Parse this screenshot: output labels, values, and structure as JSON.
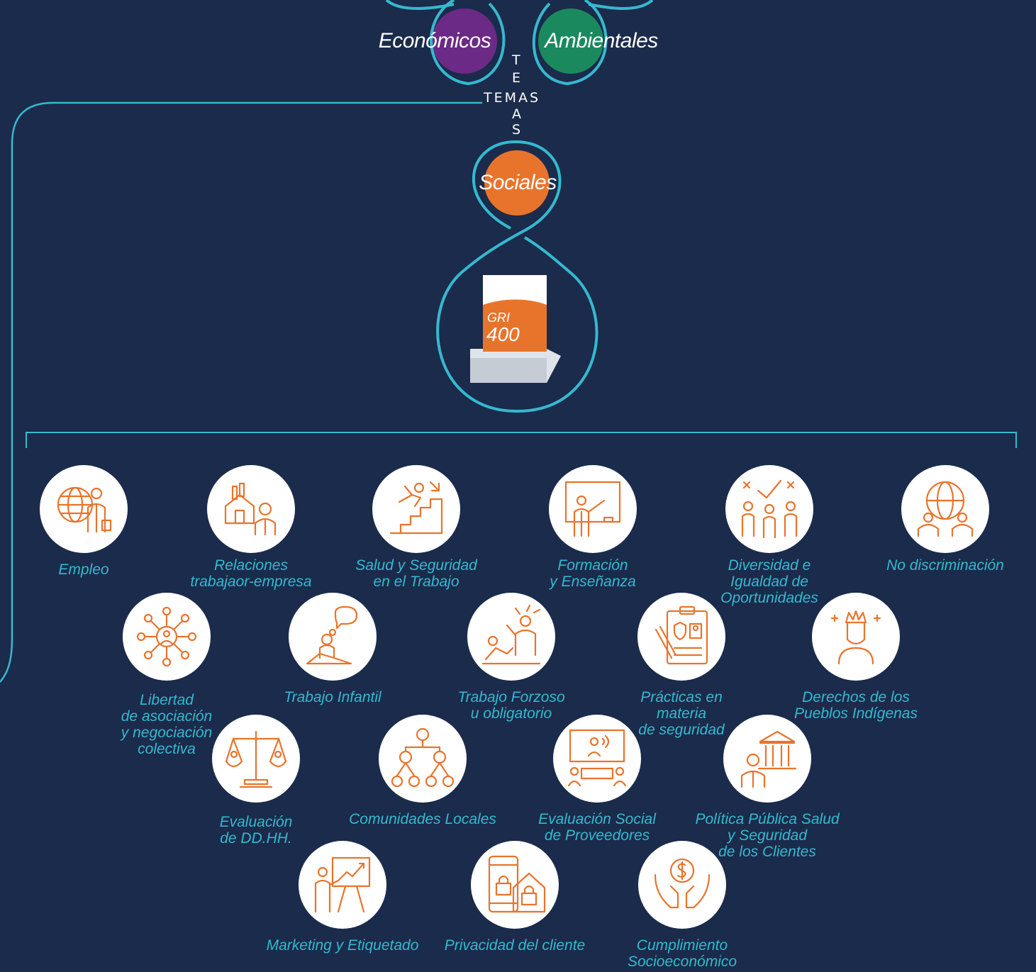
{
  "colors": {
    "background": "#1b2b4b",
    "line": "#35b9cf",
    "economicos": "#6b2a85",
    "ambientales": "#1a8a5e",
    "sociales": "#e8742c",
    "icon": "#e8742c",
    "label": "#35b9cf"
  },
  "top": {
    "economicos": "Económicos",
    "ambientales": "Ambientales",
    "sociales": "Sociales",
    "temas_horizontal": "TEMAS",
    "temas_vertical": [
      "T",
      "E",
      "A",
      "S"
    ]
  },
  "gri": {
    "line1": "GRI",
    "line2": "400"
  },
  "topics": [
    {
      "label": "Empleo",
      "icon": "globe-worker-icon"
    },
    {
      "label": "Relaciones\ntrabajaor-empresa",
      "icon": "factory-worker-icon"
    },
    {
      "label": "Salud y Seguridad\nen el Trabajo",
      "icon": "stairs-fall-icon"
    },
    {
      "label": "Formación\ny Enseñanza",
      "icon": "teacher-board-icon"
    },
    {
      "label": "Diversidad e\nIgualdad de\nOportunidades",
      "icon": "diversity-people-icon"
    },
    {
      "label": "No discriminación",
      "icon": "globe-people-icon"
    },
    {
      "label": "Libertad\nde asociación\ny negociación\ncolectiva",
      "icon": "network-person-icon"
    },
    {
      "label": "Trabajo Infantil",
      "icon": "child-thinking-icon"
    },
    {
      "label": "Trabajo Forzoso\nu obligatorio",
      "icon": "forced-labor-icon"
    },
    {
      "label": "Prácticas en\nmateria\nde seguridad",
      "icon": "clipboard-security-icon"
    },
    {
      "label": "Derechos de los\nPueblos Indígenas",
      "icon": "indigenous-person-icon"
    },
    {
      "label": "Evaluación\nde DD.HH.",
      "icon": "scale-people-icon"
    },
    {
      "label": "Comunidades Locales",
      "icon": "community-tree-icon"
    },
    {
      "label": "Evaluación Social\nde Proveedores",
      "icon": "meeting-screen-icon"
    },
    {
      "label": "Política Pública Salud\ny Seguridad\nde los Clientes",
      "icon": "government-person-icon"
    },
    {
      "label": "Marketing y Etiquetado",
      "icon": "presentation-chart-icon"
    },
    {
      "label": "Privacidad del cliente",
      "icon": "phone-lock-icon"
    },
    {
      "label": "Cumplimiento\nSocioeconómico",
      "icon": "hands-coin-icon"
    }
  ]
}
